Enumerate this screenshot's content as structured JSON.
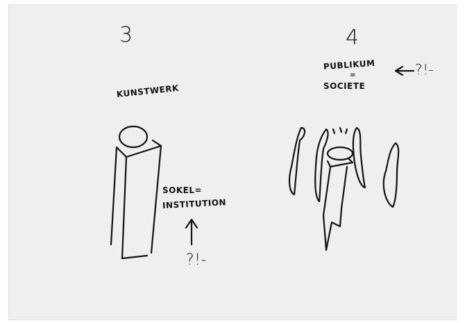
{
  "panel3": {
    "number": "3",
    "title": "KUNSTWERK",
    "plinth_label_line1": "SOKEL=",
    "plinth_label_line2": "INSTITUTION",
    "question": "?!-"
  },
  "panel4": {
    "number": "4",
    "label_line1": "PUBLIKUM",
    "label_eq": "=",
    "label_line2": "SOCIETE",
    "question": "?!-"
  },
  "colors": {
    "paper": "#efefef",
    "ink": "#111111"
  }
}
